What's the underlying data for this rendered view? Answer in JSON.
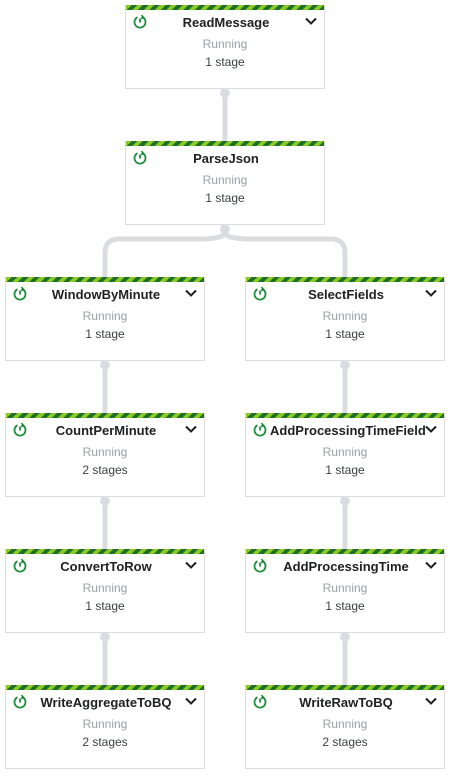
{
  "colors": {
    "edge": "#dadce0",
    "status_icon": "#1e8e3e",
    "stripe_light": "#8ac926",
    "stripe_dark": "#1e6f28",
    "title": "#202124",
    "state": "#9aa0a6"
  },
  "nodes": [
    {
      "id": "read-message",
      "title": "ReadMessage",
      "state": "Running",
      "stages": "1 stage",
      "icon": "refresh-status-icon",
      "expand_icon": "chevron-down-icon"
    },
    {
      "id": "parse-json",
      "title": "ParseJson",
      "state": "Running",
      "stages": "1 stage",
      "icon": "refresh-status-icon",
      "expand_icon": "chevron-down-icon"
    },
    {
      "id": "window-by-minute",
      "title": "WindowByMinute",
      "state": "Running",
      "stages": "1 stage",
      "icon": "refresh-status-icon",
      "expand_icon": "chevron-down-icon"
    },
    {
      "id": "select-fields",
      "title": "SelectFields",
      "state": "Running",
      "stages": "1 stage",
      "icon": "refresh-status-icon",
      "expand_icon": "chevron-down-icon"
    },
    {
      "id": "count-per-minute",
      "title": "CountPerMinute",
      "state": "Running",
      "stages": "2 stages",
      "icon": "refresh-status-icon",
      "expand_icon": "chevron-down-icon"
    },
    {
      "id": "add-processing-time-field",
      "title": "AddProcessingTimeField",
      "state": "Running",
      "stages": "1 stage",
      "icon": "refresh-status-icon",
      "expand_icon": "chevron-down-icon"
    },
    {
      "id": "convert-to-row",
      "title": "ConvertToRow",
      "state": "Running",
      "stages": "1 stage",
      "icon": "refresh-status-icon",
      "expand_icon": "chevron-down-icon"
    },
    {
      "id": "add-processing-time",
      "title": "AddProcessingTime",
      "state": "Running",
      "stages": "1 stage",
      "icon": "refresh-status-icon",
      "expand_icon": "chevron-down-icon"
    },
    {
      "id": "write-aggregate-to-bq",
      "title": "WriteAggregateToBQ",
      "state": "Running",
      "stages": "2 stages",
      "icon": "refresh-status-icon",
      "expand_icon": "chevron-down-icon"
    },
    {
      "id": "write-raw-to-bq",
      "title": "WriteRawToBQ",
      "state": "Running",
      "stages": "2 stages",
      "icon": "refresh-status-icon",
      "expand_icon": "chevron-down-icon"
    }
  ],
  "edges": [
    {
      "from": "read-message",
      "to": "parse-json"
    },
    {
      "from": "parse-json",
      "to": "window-by-minute"
    },
    {
      "from": "parse-json",
      "to": "select-fields"
    },
    {
      "from": "window-by-minute",
      "to": "count-per-minute"
    },
    {
      "from": "count-per-minute",
      "to": "convert-to-row"
    },
    {
      "from": "convert-to-row",
      "to": "write-aggregate-to-bq"
    },
    {
      "from": "select-fields",
      "to": "add-processing-time-field"
    },
    {
      "from": "add-processing-time-field",
      "to": "add-processing-time"
    },
    {
      "from": "add-processing-time",
      "to": "write-raw-to-bq"
    }
  ]
}
